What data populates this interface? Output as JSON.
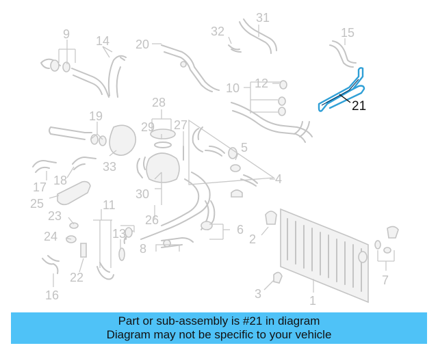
{
  "diagram": {
    "highlighted_part": "21",
    "callouts": [
      "1",
      "2",
      "3",
      "4",
      "5",
      "6",
      "7",
      "8",
      "9",
      "10",
      "11",
      "12",
      "13",
      "14",
      "15",
      "16",
      "17",
      "18",
      "19",
      "20",
      "21",
      "22",
      "23",
      "24",
      "25",
      "26",
      "27",
      "28",
      "29",
      "30",
      "31",
      "32",
      "33"
    ]
  },
  "banner": {
    "line1": "Part or sub-assembly is #21 in diagram",
    "line2": "Diagram may not be specific to your vehicle"
  },
  "colors": {
    "banner_background": "#4fc2f7",
    "highlight_part": "#2f9fd6",
    "faded_parts": "#c4c4c4"
  }
}
